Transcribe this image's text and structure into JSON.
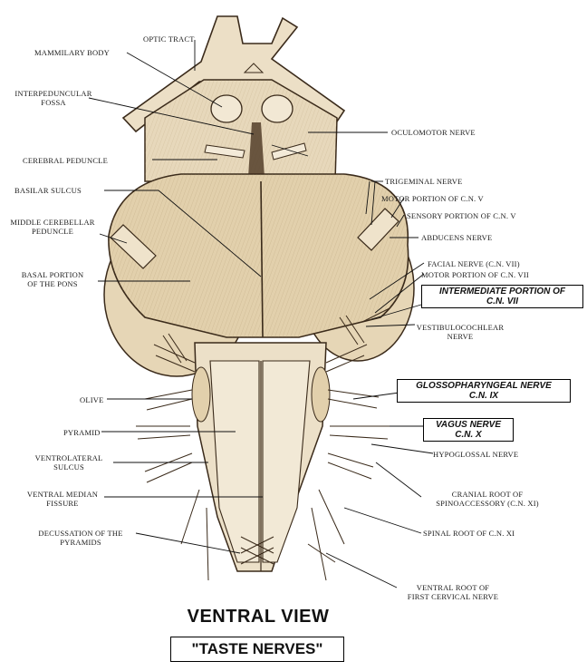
{
  "labels": {
    "optic_tract": "OPTIC TRACT",
    "mammilary_body": "MAMMILARY BODY",
    "interpeduncular_fossa_1": "INTERPEDUNCULAR",
    "interpeduncular_fossa_2": "FOSSA",
    "oculomotor_nerve": "OCULOMOTOR NERVE",
    "cerebral_peduncle": "CEREBRAL PEDUNCLE",
    "trigeminal_nerve": "TRIGEMINAL NERVE",
    "motor_portion_cn5": "MOTOR PORTION OF C.N. V",
    "sensory_portion_cn5": "SENSORY PORTION OF C.N. V",
    "basilar_sulcus": "BASILAR SULCUS",
    "middle_cerebellar_1": "MIDDLE CEREBELLAR",
    "middle_cerebellar_2": "PEDUNCLE",
    "abducens_nerve": "ABDUCENS NERVE",
    "facial_nerve": "FACIAL NERVE (C.N. VII)",
    "motor_portion_cn7": "MOTOR PORTION OF C.N. VII",
    "basal_pons_1": "BASAL PORTION",
    "basal_pons_2": "OF THE PONS",
    "intermediate_1": "INTERMEDIATE PORTION OF",
    "intermediate_2": "C.N. VII",
    "vestibulo_1": "VESTIBULOCOCHLEAR",
    "vestibulo_2": "NERVE",
    "olive": "OLIVE",
    "glosso_1": "GLOSSOPHARYNGEAL NERVE",
    "glosso_2": "C.N. IX",
    "pyramid": "PYRAMID",
    "vagus_1": "VAGUS NERVE",
    "vagus_2": "C.N. X",
    "hypoglossal": "HYPOGLOSSAL NERVE",
    "ventrolateral_1": "VENTROLATERAL",
    "ventrolateral_2": "SULCUS",
    "cranial_root_1": "CRANIAL ROOT OF",
    "cranial_root_2": "SPINOACCESSORY (C.N. XI)",
    "ventral_median_1": "VENTRAL MEDIAN",
    "ventral_median_2": "FISSURE",
    "spinal_root": "SPINAL ROOT OF C.N. XI",
    "decussation_1": "DECUSSATION OF THE",
    "decussation_2": "PYRAMIDS",
    "ventral_root_1": "VENTRAL ROOT OF",
    "ventral_root_2": "FIRST CERVICAL NERVE"
  },
  "title": "VENTRAL  VIEW",
  "subtitle": "\"TASTE NERVES\"",
  "colors": {
    "tissue": "#e9dcc4",
    "tissue_dark": "#c9b48f",
    "ink": "#3a2a1a",
    "line": "#111111"
  }
}
